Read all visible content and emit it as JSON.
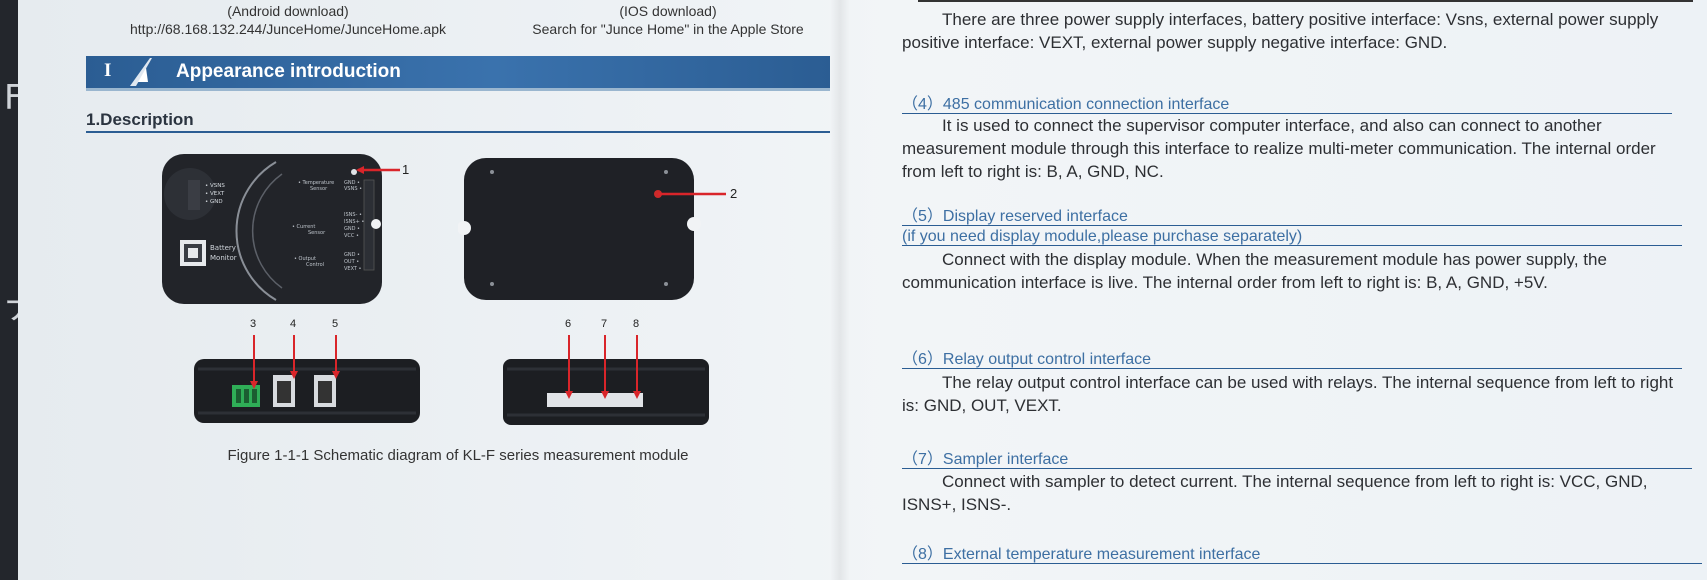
{
  "edge": {
    "letters": [
      "F",
      "ナ"
    ]
  },
  "downloads": {
    "android_title": "(Android download)",
    "android_url": "http://68.168.132.244/JunceHome/JunceHome.apk",
    "ios_title": "(IOS download)",
    "ios_text": "Search for \"Junce Home\" in the Apple Store"
  },
  "section": {
    "number": "I",
    "title": "Appearance introduction"
  },
  "description": {
    "heading": "1.Description"
  },
  "figure": {
    "top_left": {
      "left_labels": [
        "• VSNS",
        "• VEXT",
        "• GND"
      ],
      "brand": [
        "Battery",
        "Monitor"
      ],
      "labels_temp": [
        "• Temperature",
        "Sensor"
      ],
      "temp_pins": [
        "GND •",
        "VSNS •"
      ],
      "labels_current": [
        "• Current",
        "Sensor"
      ],
      "current_pins": [
        "ISNS- •",
        "ISNS+ •",
        "GND •",
        "VCC •"
      ],
      "labels_output": [
        "• Output",
        "Control"
      ],
      "output_pins": [
        "GND •",
        "OUT •",
        "VEXT •"
      ]
    },
    "callouts": [
      "1",
      "2",
      "3",
      "4",
      "5",
      "6",
      "7",
      "8"
    ],
    "caption": "Figure 1-1-1 Schematic diagram of KL-F series measurement module"
  },
  "right": {
    "intro": "There are three power supply interfaces, battery positive interface: Vsns, external power supply positive interface: VEXT, external power supply negative interface: GND.",
    "sections": [
      {
        "heading": "（4）485 communication connection interface",
        "body": "It is used to connect the supervisor computer interface, and also can connect to another measurement module through this interface to realize multi-meter communication. The internal order from left to right is: B, A, GND, NC."
      },
      {
        "heading": "（5）Display reserved interface",
        "subheading": "(if you need display module,please purchase separately)",
        "body": "Connect with the display module. When the measurement module has power supply, the communication interface is live. The internal order from left to right is: B, A, GND, +5V."
      },
      {
        "heading": "（6）Relay output control interface",
        "body": "The relay output control interface can be used with relays. The internal sequence from left to right is: GND, OUT, VEXT."
      },
      {
        "heading": "（7）Sampler interface",
        "body": "Connect with sampler to detect current. The internal sequence  from left to right is: VCC, GND, ISNS+, ISNS-."
      },
      {
        "heading": "（8）External temperature measurement interface"
      }
    ]
  }
}
